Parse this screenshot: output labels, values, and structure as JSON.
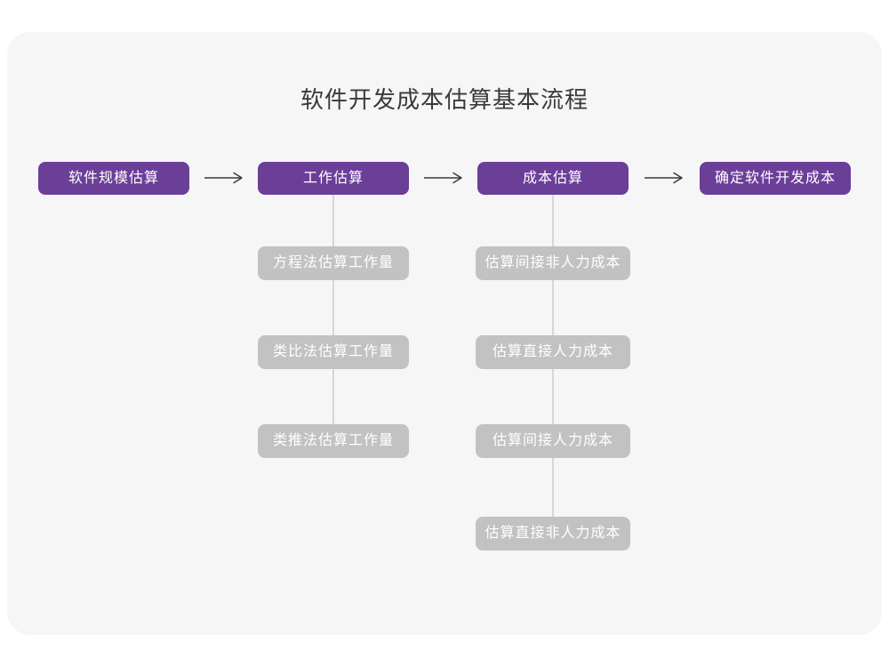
{
  "title": "软件开发成本估算基本流程",
  "colors": {
    "page_bg": "#FFFFFF",
    "card_bg": "#F6F6F6",
    "stage_fill": "#6B3E98",
    "stage_text": "#FFFFFF",
    "substep_fill": "#C2C2C2",
    "substep_text": "#FFFFFF",
    "arrow": "#3A3A3A",
    "connector_line": "#D6D6D6",
    "title_text": "#3A3A3A"
  },
  "chart_data": {
    "type": "flowchart",
    "title": "软件开发成本估算基本流程",
    "direction": "left-to-right",
    "stages": [
      {
        "label": "软件规模估算",
        "children": []
      },
      {
        "label": "工作估算",
        "children": [
          "方程法估算工作量",
          "类比法估算工作量",
          "类推法估算工作量"
        ]
      },
      {
        "label": "成本估算",
        "children": [
          "估算间接非人力成本",
          "估算直接人力成本",
          "估算间接人力成本",
          "估算直接非人力成本"
        ]
      },
      {
        "label": "确定软件开发成本",
        "children": []
      }
    ]
  },
  "flow": {
    "stages": [
      {
        "label": "软件规模估算",
        "children": []
      },
      {
        "label": "工作估算",
        "children": [
          "方程法估算工作量",
          "类比法估算工作量",
          "类推法估算工作量"
        ]
      },
      {
        "label": "成本估算",
        "children": [
          "估算间接非人力成本",
          "估算直接人力成本",
          "估算间接人力成本",
          "估算直接非人力成本"
        ]
      },
      {
        "label": "确定软件开发成本",
        "children": []
      }
    ]
  }
}
